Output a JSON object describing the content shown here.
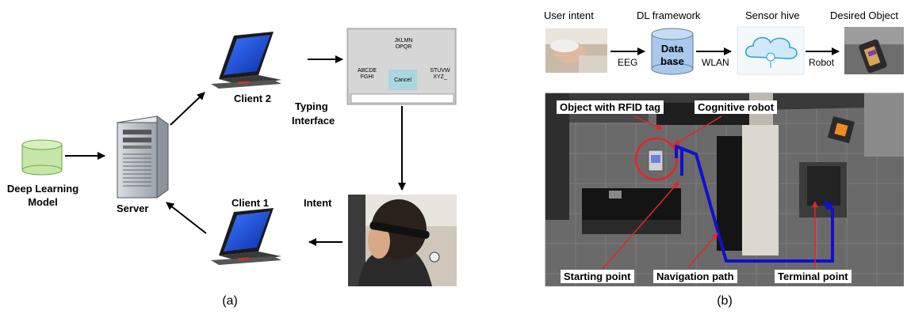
{
  "panel_a": {
    "caption": "(a)",
    "database_label_line1": "Deep Learning",
    "database_label_line2": "Model",
    "server_label": "Server",
    "client2_label": "Client 2",
    "client1_label": "Client 1",
    "typing_label_line1": "Typing",
    "typing_label_line2": "Interface",
    "intent_label": "Intent",
    "typing_ui": {
      "top_line1": "JKLMN",
      "top_line2": "OPQR",
      "left_line1": "ABCDE",
      "left_line2": "FGHI",
      "right_line1": "STUVW",
      "right_line2": "XYZ_",
      "cancel": "Cancel"
    }
  },
  "panel_b": {
    "caption": "(b)",
    "pipeline": {
      "user_intent": "User intent",
      "dl_framework": "DL framework",
      "sensor_hive": "Sensor hive",
      "desired_object": "Desired Object",
      "eeg": "EEG",
      "db_line1": "Data",
      "db_line2": "base",
      "wlan": "WLAN",
      "robot": "Robot"
    },
    "scene": {
      "object_with_rfid": "Object with RFID tag",
      "cognitive_robot": "Cognitive robot",
      "starting_point": "Starting point",
      "navigation_path": "Navigation path",
      "terminal_point": "Terminal point"
    }
  },
  "colors": {
    "database_green": "#c6e5a8",
    "database_blue": "#a9c8ec",
    "navigation_path": "#1010d0",
    "callout_line": "#e8232a",
    "screen_blue": "#1e4fd8"
  }
}
